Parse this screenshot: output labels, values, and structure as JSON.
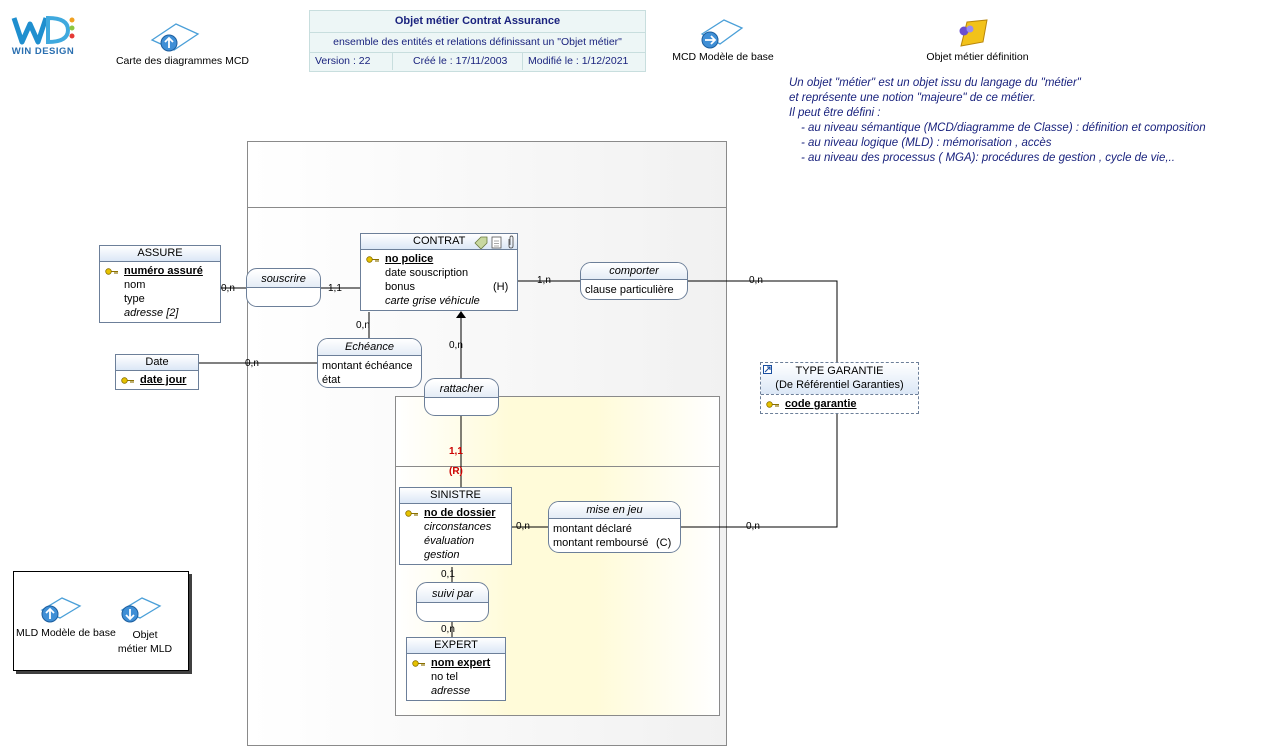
{
  "header": {
    "logo_text": "WIN DESIGN",
    "nav_carte": "Carte des diagrammes MCD",
    "nav_mcd_base": "MCD Modèle de base",
    "nav_objet_def": "Objet métier définition",
    "info": {
      "title": "Objet métier Contrat Assurance",
      "subtitle": "ensemble des entités et relations définissant un \"Objet métier\"",
      "version": "Version : 22",
      "created": "Créé le : 17/11/2003",
      "modified": "Modifié le : 1/12/2021"
    }
  },
  "description": {
    "lines": [
      "Un objet \"métier\" est un objet  issu du langage du \"métier\"",
      "et représente une notion \"majeure\"  de ce métier.",
      "Il peut être défini  :",
      "   - au niveau sémantique (MCD/diagramme de Classe) : définition et composition",
      "   - au niveau logique (MLD) : mémorisation , accès",
      "   - au niveau des processus ( MGA): procédures de gestion , cycle de vie,.."
    ]
  },
  "entities": {
    "assure": {
      "name": "ASSURE",
      "attrs": [
        "numéro assuré",
        "nom",
        "type",
        "adresse [2]"
      ]
    },
    "date": {
      "name": "Date",
      "attrs": [
        "date jour"
      ]
    },
    "contrat": {
      "name": "CONTRAT",
      "attrs": [
        "no police",
        "date souscription",
        "bonus",
        "carte grise véhicule"
      ],
      "bonus_tag": "(H)"
    },
    "sinistre": {
      "name": "SINISTRE",
      "attrs": [
        "no de dossier",
        "circonstances",
        "évaluation",
        "gestion"
      ]
    },
    "expert": {
      "name": "EXPERT",
      "attrs": [
        "nom expert",
        "no tel",
        "adresse"
      ]
    },
    "type_garantie": {
      "name": "TYPE GARANTIE",
      "subtitle": "(De Référentiel Garanties)",
      "attrs": [
        "code garantie"
      ]
    }
  },
  "relations": {
    "souscrire": {
      "name": "souscrire"
    },
    "echeance": {
      "name": "Echéance",
      "attrs": [
        "montant échéance",
        "état"
      ]
    },
    "comporter": {
      "name": "comporter",
      "attrs": [
        "clause particulière"
      ]
    },
    "rattacher": {
      "name": "rattacher"
    },
    "mise_en_jeu": {
      "name": "mise en jeu",
      "attrs": [
        "montant déclaré",
        "montant remboursé"
      ],
      "tag": "(C)"
    },
    "suivi_par": {
      "name": "suivi par"
    }
  },
  "cardinalities": {
    "assure_souscrire": "0,n",
    "contrat_souscrire": "1,1",
    "contrat_echeance": "0,n",
    "date_echeance": "0,n",
    "contrat_comporter": "1,n",
    "garantie_comporter": "0,n",
    "contrat_rattacher": "0,n",
    "sinistre_rattacher": "1,1",
    "sinistre_rattacher_tag": "(R)",
    "sinistre_mise": "0,n",
    "garantie_mise": "0,n",
    "sinistre_suivi": "0,1",
    "expert_suivi": "0,n"
  },
  "mld_box": {
    "mld_base": "MLD Modèle de base",
    "objet_mld_line1": "Objet",
    "objet_mld_line2": "métier MLD"
  },
  "colors": {
    "title_blue": "#1a237e",
    "entity_border": "#6c7f99",
    "red_card": "#cc0000",
    "key_yellow": "#e6c200"
  }
}
